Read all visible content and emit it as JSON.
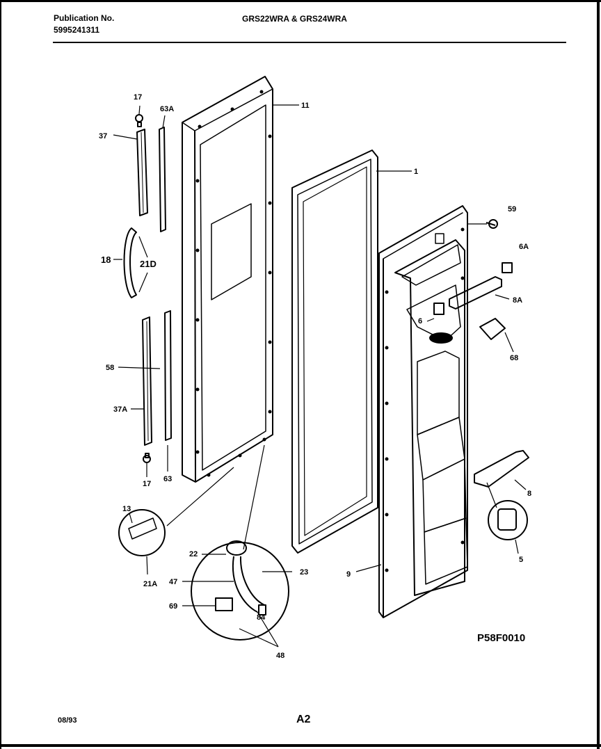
{
  "header": {
    "publication_label": "Publication No.",
    "publication_number": "5995241311",
    "models": "GRS22WRA & GRS24WRA"
  },
  "footer": {
    "date": "08/93",
    "page": "A2",
    "diagram_code": "P58F0010"
  },
  "callouts": {
    "c17_top": "17",
    "c63A": "63A",
    "c11": "11",
    "c37": "37",
    "c1": "1",
    "c59": "59",
    "c6A": "6A",
    "c18": "18",
    "c21D": "21D",
    "c8A": "8A",
    "c6": "6",
    "c68": "68",
    "c58": "58",
    "c37A": "37A",
    "c17_bottom": "17",
    "c63": "63",
    "c8": "8",
    "c13": "13",
    "c5": "5",
    "c22": "22",
    "c23": "23",
    "c9": "9",
    "c47": "47",
    "c21A": "21A",
    "c69": "69",
    "c84": "84",
    "c48": "48"
  },
  "colors": {
    "ink": "#000000",
    "paper": "#ffffff"
  }
}
